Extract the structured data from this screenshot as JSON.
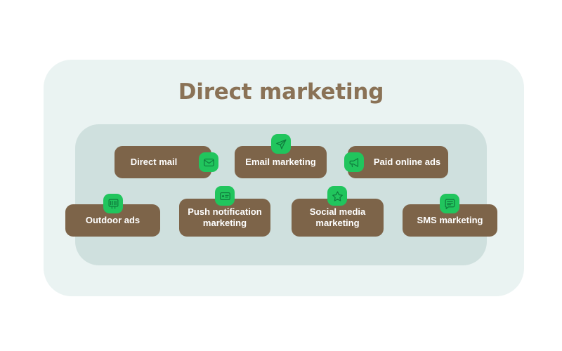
{
  "header": {
    "title": "Direct marketing"
  },
  "colors": {
    "page_background": "#ffffff",
    "outer_panel": "#eaf3f2",
    "inner_panel": "#cfe0de",
    "card_background": "#7d6449",
    "card_text": "#ffffff",
    "title_text": "#8a7256",
    "icon_badge": "#21c55d",
    "icon_glyph": "#0f7a3c"
  },
  "channels": [
    {
      "id": "direct-mail",
      "label": "Direct mail",
      "icon": "envelope-icon",
      "icon_position": "right-inside",
      "row": 1
    },
    {
      "id": "email-marketing",
      "label": "Email marketing",
      "icon": "paper-plane-icon",
      "icon_position": "top-center",
      "row": 1
    },
    {
      "id": "paid-online-ads",
      "label": "Paid online ads",
      "icon": "megaphone-icon",
      "icon_position": "left-edge",
      "row": 1
    },
    {
      "id": "outdoor-ads",
      "label": "Outdoor ads",
      "icon": "billboard-icon",
      "icon_position": "top-center",
      "row": 2
    },
    {
      "id": "push-notification-marketing",
      "label": "Push notification\nmarketing",
      "icon": "notification-card-icon",
      "icon_position": "top-center",
      "row": 2
    },
    {
      "id": "social-media-marketing",
      "label": "Social media\nmarketing",
      "icon": "star-icon",
      "icon_position": "top-center",
      "row": 2
    },
    {
      "id": "sms-marketing",
      "label": "SMS marketing",
      "icon": "chat-message-icon",
      "icon_position": "top-center",
      "row": 2
    }
  ]
}
